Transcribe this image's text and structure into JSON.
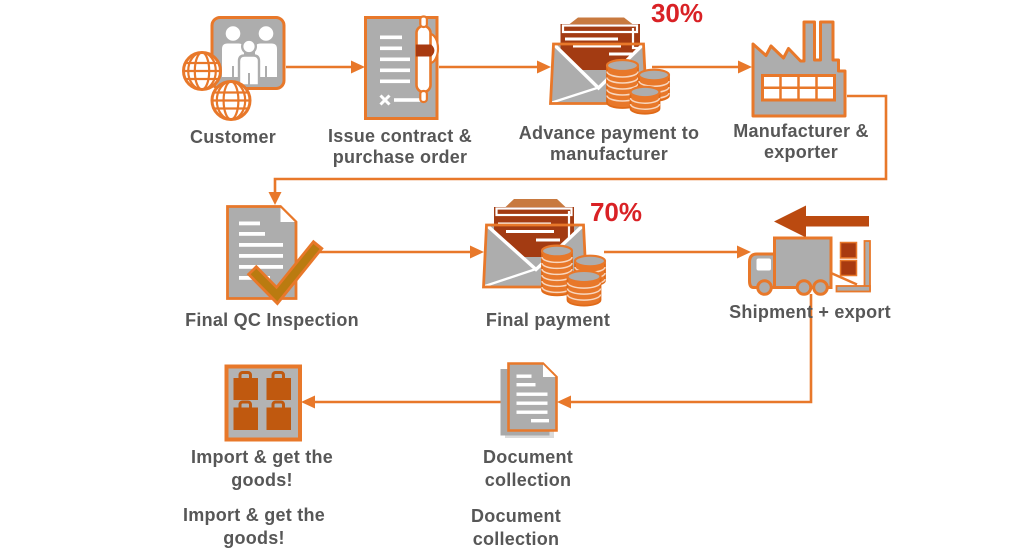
{
  "title": "Import purchase and payment process flow",
  "colors": {
    "bg": "#ffffff",
    "orange": "#E8782A",
    "gray": "#ADADAD",
    "text": "#575757",
    "red": "#D92125",
    "letter": "#A33B12",
    "flap": "#C8793F",
    "gold": "#BA7B10",
    "brown": "#BB4A10",
    "bag": "#C0590F",
    "crate": "#A83A10"
  },
  "nodes": [
    {
      "id": "customer",
      "icon": "people-globes-icon",
      "label_lines": [
        "Customer"
      ]
    },
    {
      "id": "issue-contract",
      "icon": "contract-pen-icon",
      "label_lines": [
        "Issue contract &",
        "purchase order"
      ]
    },
    {
      "id": "advance-payment",
      "icon": "envelope-coins-icon",
      "label_lines": [
        "Advance payment to",
        "manufacturer"
      ],
      "badge": "30%"
    },
    {
      "id": "manufacturer",
      "icon": "factory-icon",
      "label_lines": [
        "Manufacturer &",
        "exporter"
      ]
    },
    {
      "id": "final-qc",
      "icon": "document-check-icon",
      "label_lines": [
        "Final QC Inspection"
      ]
    },
    {
      "id": "final-payment",
      "icon": "envelope-coins-icon",
      "label_lines": [
        "Final payment"
      ],
      "badge": "70%"
    },
    {
      "id": "shipment",
      "icon": "truck-export-icon",
      "label_lines": [
        "Shipment + export"
      ]
    },
    {
      "id": "document-collection",
      "icon": "documents-icon",
      "label_lines": [
        "Document",
        "collection"
      ]
    },
    {
      "id": "import-goods",
      "icon": "bags-icon",
      "label_lines": [
        "Import & get the",
        "goods!"
      ]
    }
  ],
  "artifact_captions": [
    {
      "id": "import-goods-duplicate",
      "label_lines": [
        "Import & get the",
        "goods!"
      ]
    },
    {
      "id": "document-collection-duplicate",
      "label_lines": [
        "Document",
        "collection"
      ]
    }
  ],
  "edges": [
    {
      "from": "customer",
      "to": "issue-contract"
    },
    {
      "from": "issue-contract",
      "to": "advance-payment"
    },
    {
      "from": "advance-payment",
      "to": "manufacturer"
    },
    {
      "from": "manufacturer",
      "to": "final-qc"
    },
    {
      "from": "final-qc",
      "to": "final-payment"
    },
    {
      "from": "final-payment",
      "to": "shipment"
    },
    {
      "from": "shipment",
      "to": "document-collection"
    },
    {
      "from": "document-collection",
      "to": "import-goods"
    }
  ]
}
